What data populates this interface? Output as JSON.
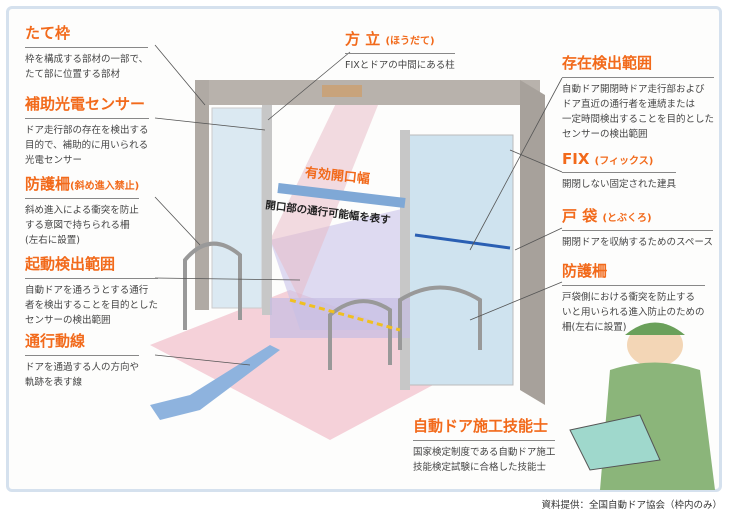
{
  "labels": {
    "tate": {
      "title": "たて枠",
      "desc": "枠を構成する部材の一部で、\nたて部に位置する部材"
    },
    "sensor": {
      "title": "補助光電センサー",
      "desc": "ドア走行部の存在を検出する\n目的で、補助的に用いられる\n光電センサー"
    },
    "guard1": {
      "title": "防護柵",
      "sub": "(斜め進入禁止)",
      "desc": "斜め進入による衝突を防止\nする意図で持ちられる柵\n(左右に設置)"
    },
    "start": {
      "title": "起動検出範囲",
      "desc": "自動ドアを通ろうとする通行\n者を検出することを目的とした\nセンサーの検出範囲"
    },
    "path": {
      "title": "通行動線",
      "desc": "ドアを通過する人の方向や\n軌跡を表す線"
    },
    "mullion": {
      "title": "方 立",
      "sub": "(ほうだて)",
      "desc": "FIXとドアの中間にある柱"
    },
    "presence": {
      "title": "存在検出範囲",
      "desc": "自動ドア開閉時ドア走行部および\nドア直近の通行者を連続または\n一定時間検出することを目的とした\nセンサーの検出範囲"
    },
    "fix": {
      "title": "FIX",
      "sub": "(フィックス)",
      "desc": "開閉しない固定された建具"
    },
    "pocket": {
      "title": "戸 袋",
      "sub": "(とぶくろ)",
      "desc": "開閉ドアを収納するためのスペース"
    },
    "guard2": {
      "title": "防護柵",
      "desc": "戸袋側における衝突を防止する\nいと用いられる進入防止のための\n柵(左右に設置)"
    },
    "tech": {
      "title": "自動ドア施工技能士",
      "desc": "国家検定制度である自動ドア施工\n技能検定試験に合格した技能士"
    }
  },
  "overlay": {
    "width_title": "有効開口幅",
    "width_desc": "開口部の通行可能幅を表す"
  },
  "footer": "資料提供：全国自動ドア協会（枠内のみ）"
}
